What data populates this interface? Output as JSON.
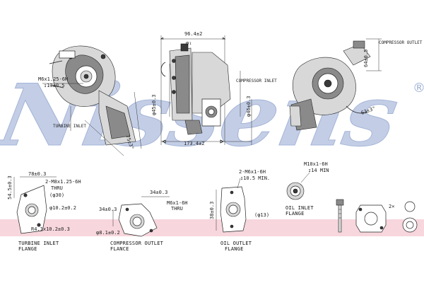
{
  "watermark": {
    "text": "Nissens",
    "registered_mark": "®",
    "color": "#b9c6e2"
  },
  "band_color": "#f7d6dd",
  "top_views": {
    "left": {
      "thread_label": "M6x1.25-6H",
      "depth_label": "↧13±0.5",
      "pointer_label": "TURBINE INLET",
      "angle_label": "75±3°"
    },
    "center": {
      "width_top_label": "96.4±2",
      "phi_label": "φ₁",
      "dia_left_label": "φ45±0.3",
      "dia_right_label": "φ46±0.3",
      "width_bottom_label": "173.4±2",
      "callout_right": "COMPRESSOR INLET"
    },
    "right": {
      "angle_label": "64±0.5",
      "angle2_label": "63±3°",
      "callout": "COMPRESSOR OUTLET"
    }
  },
  "flanges": {
    "turbine_inlet": {
      "caption_line1": "TURBINE INLET",
      "caption_line2": "FLANGE",
      "dim_width": "78±0.3",
      "dim_height": "54.5±0.3",
      "thread": "2-M8x1.25-6H",
      "thru": "THRU",
      "bore": "(φ30)",
      "pcd": "φ10.2±0.2",
      "radius": "R4.1x10.2±0.3"
    },
    "compressor_outlet": {
      "caption_line1": "COMPRESSOR OUTLET",
      "caption_line2": "FLANCE",
      "dim_top": "34±0.3",
      "dim_left": "34±0.3",
      "thread": "M6x1-6H",
      "thru": "THRU",
      "hole": "φ8.1±0.2"
    },
    "oil_outlet": {
      "caption_line1": "OIL OUTLET",
      "caption_line2": "FLANGE",
      "thread": "2-M6x1-6H",
      "depth": "↧10.5 MIN.",
      "height": "38±0.3",
      "bore": "(φ13)"
    },
    "oil_inlet": {
      "caption_line1": "OIL INLET",
      "caption_line2": "FLANGE",
      "thread": "M10x1-6H",
      "depth": "↧14 MIN"
    },
    "accessories": {
      "qty_label": "2×"
    }
  }
}
